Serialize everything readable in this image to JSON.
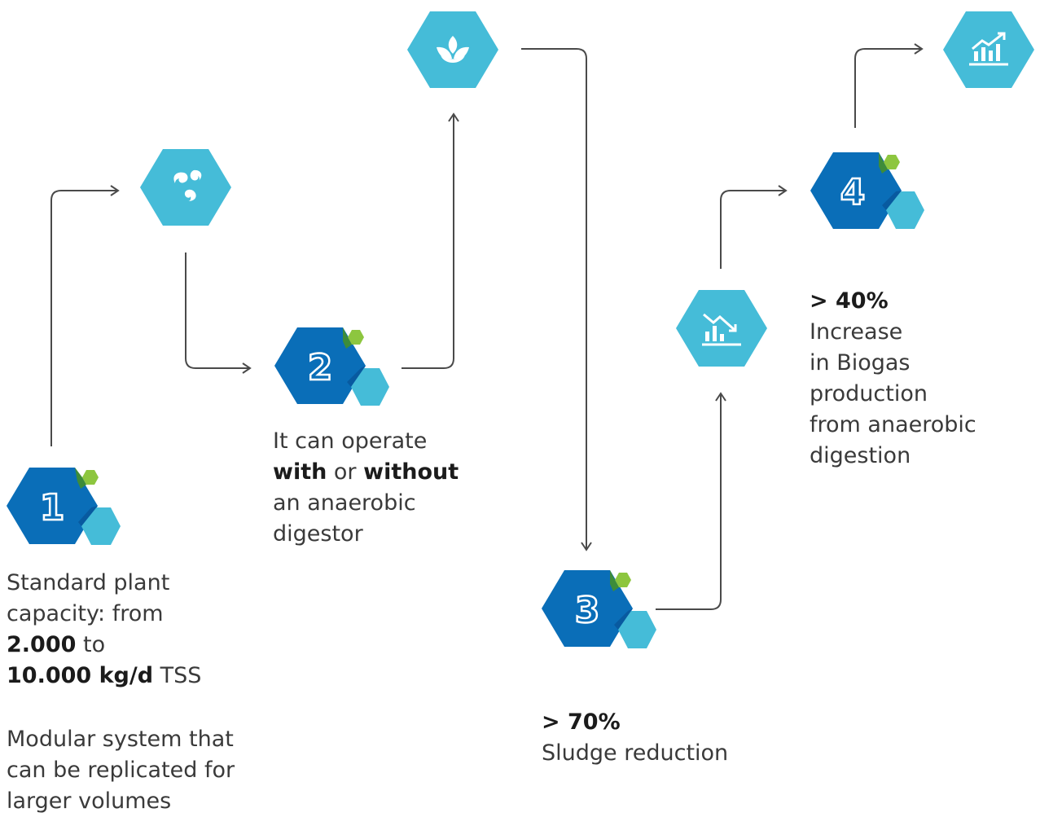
{
  "colors": {
    "dark_blue": "#0a6eb8",
    "mid_blue": "#085aa0",
    "light_blue": "#45bcd8",
    "green": "#8dc63f",
    "dark_green": "#3d8c3a",
    "connector": "#4a4a4a"
  },
  "icons": {
    "hex_a": "leaf-icon",
    "hex_b": "biohazard-flow-icon",
    "hex_c": "chart-decrease-icon",
    "hex_d": "chart-increase-icon"
  },
  "steps": [
    {
      "number": "1"
    },
    {
      "number": "2"
    },
    {
      "number": "3"
    },
    {
      "number": "4"
    }
  ],
  "texts": {
    "step1": {
      "l1": "Standard plant",
      "l2": "capacity: from",
      "l3_bold": "2.000",
      "l3_rest": " to",
      "l4_bold": "10.000 kg/d",
      "l4_rest": " TSS",
      "m1": "Modular system that",
      "m2": "can be replicated for",
      "m3": "larger volumes"
    },
    "step2": {
      "l1": "It can operate",
      "l2_bold_a": "with",
      "l2_mid": " or ",
      "l2_bold_b": "without",
      "l3": "an anaerobic",
      "l4": "digestor"
    },
    "step3": {
      "l1_bold": "> 70%",
      "l2": "Sludge reduction"
    },
    "step4": {
      "l1_bold": "> 40%",
      "l2": "Increase",
      "l3": "in Biogas",
      "l4": "production",
      "l5": "from anaerobic",
      "l6": "digestion"
    }
  }
}
